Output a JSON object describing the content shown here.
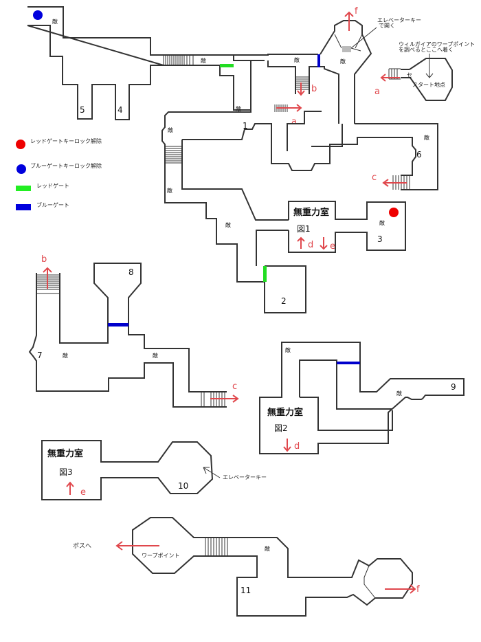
{
  "map": {
    "colors": {
      "wall": "#333333",
      "red_gate": "#22dd22",
      "blue_gate": "#0000cc",
      "red_key": "#ee0000",
      "blue_key": "#0000dd",
      "arrow": "#e0474c",
      "elevator_block": "#bbbbbb"
    },
    "legend": [
      {
        "marker": "red-circle",
        "label": "レッドゲートキーロック解除"
      },
      {
        "marker": "blue-circle",
        "label": "ブルーゲートキーロック解除"
      },
      {
        "marker": "green-bar",
        "label": "レッドゲート"
      },
      {
        "marker": "blue-bar",
        "label": "ブルーゲート"
      }
    ],
    "enemy_label": "敵",
    "room_numbers": [
      "1",
      "2",
      "3",
      "4",
      "5",
      "6",
      "7",
      "8",
      "9",
      "10",
      "11"
    ],
    "zero_g_rooms": [
      {
        "title": "無重力室",
        "figure": "図1"
      },
      {
        "title": "無重力室",
        "figure": "図2"
      },
      {
        "title": "無重力室",
        "figure": "図3"
      }
    ],
    "connector_letters": {
      "a": "a",
      "b": "b",
      "c": "c",
      "d": "d",
      "e": "e",
      "f": "f"
    },
    "notes": {
      "elevator_open": "エレベーターキー\nで開く",
      "elevator_open_line1": "エレベーターキー",
      "elevator_open_line2": "で開く",
      "warp_arrive_line1": "ウィルガイアのワープポイント",
      "warp_arrive_line2": "を調べるとここへ着く",
      "start_point": "スタート地点",
      "save": "セ",
      "elevator_key": "エレベーターキー",
      "warp_point": "ワープポイント",
      "to_boss": "ボスへ"
    }
  }
}
